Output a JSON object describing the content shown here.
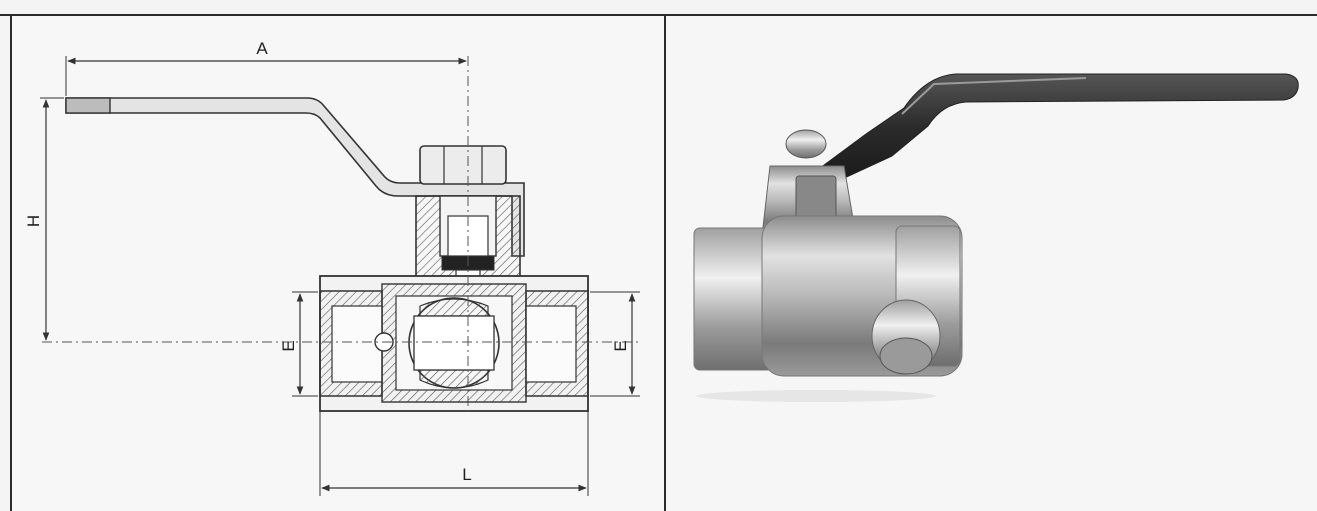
{
  "drawing": {
    "dim_length_label": "A",
    "dim_height_label": "H",
    "dim_thread_left_label": "E",
    "dim_thread_right_label": "E",
    "dim_overall_label": "L"
  },
  "colors": {
    "frame": "#2b2b2b",
    "line": "#333333",
    "hatch": "#555555",
    "handle_dark": "#2a2a2a",
    "metal_light": "#d8d8d8",
    "metal_mid": "#a9a9a9",
    "metal_dark": "#6c6c6c"
  }
}
